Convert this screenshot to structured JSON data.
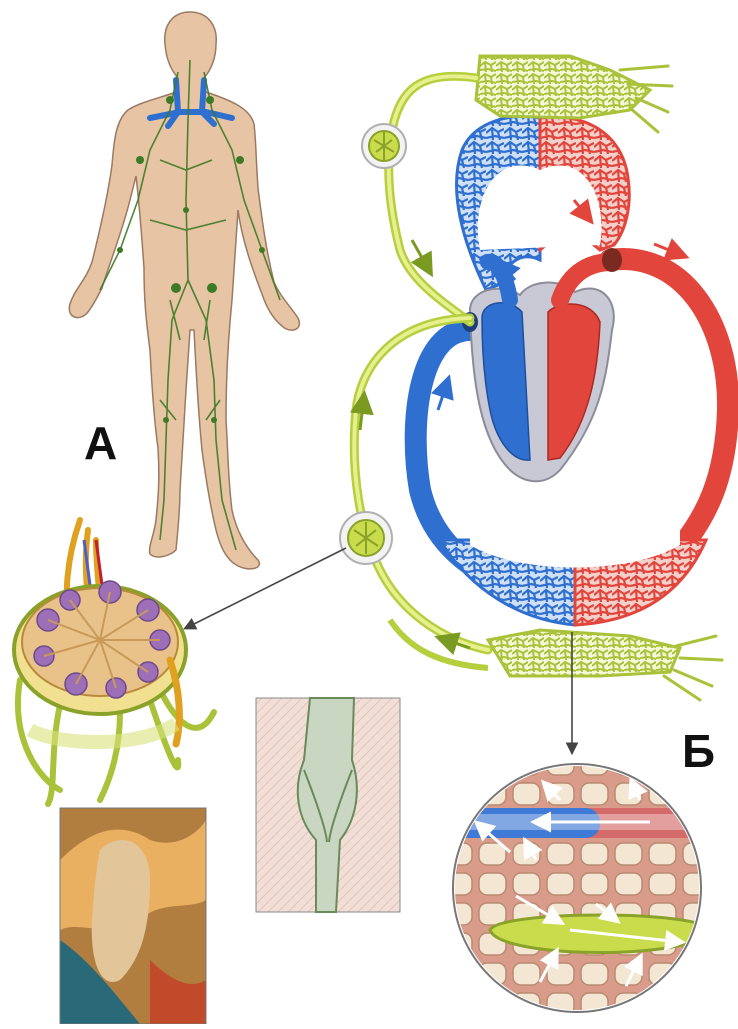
{
  "labels": {
    "figure_a": "А",
    "figure_b": "Б"
  },
  "colors": {
    "skin": "#e6c4a4",
    "lymph": "#a9c23a",
    "lymph_light": "#d9e77a",
    "vein": "#2f6fd0",
    "artery": "#e2453c",
    "heart_wall": "#c9c9d6",
    "tissue": "#e7b9a8",
    "cell": "#f3e7d4",
    "node_purple": "#9c6fb6",
    "photo_orange": "#d58b3a"
  },
  "icons": {
    "human_figure": "human-body-lymphatic-system",
    "heart": "heart-circulation",
    "lymph_node": "lymph-node-cross-section",
    "valve": "lymph-vessel-valve",
    "capillary_zoom": "capillary-tissue-magnified",
    "photo": "lymph-node-photo"
  }
}
